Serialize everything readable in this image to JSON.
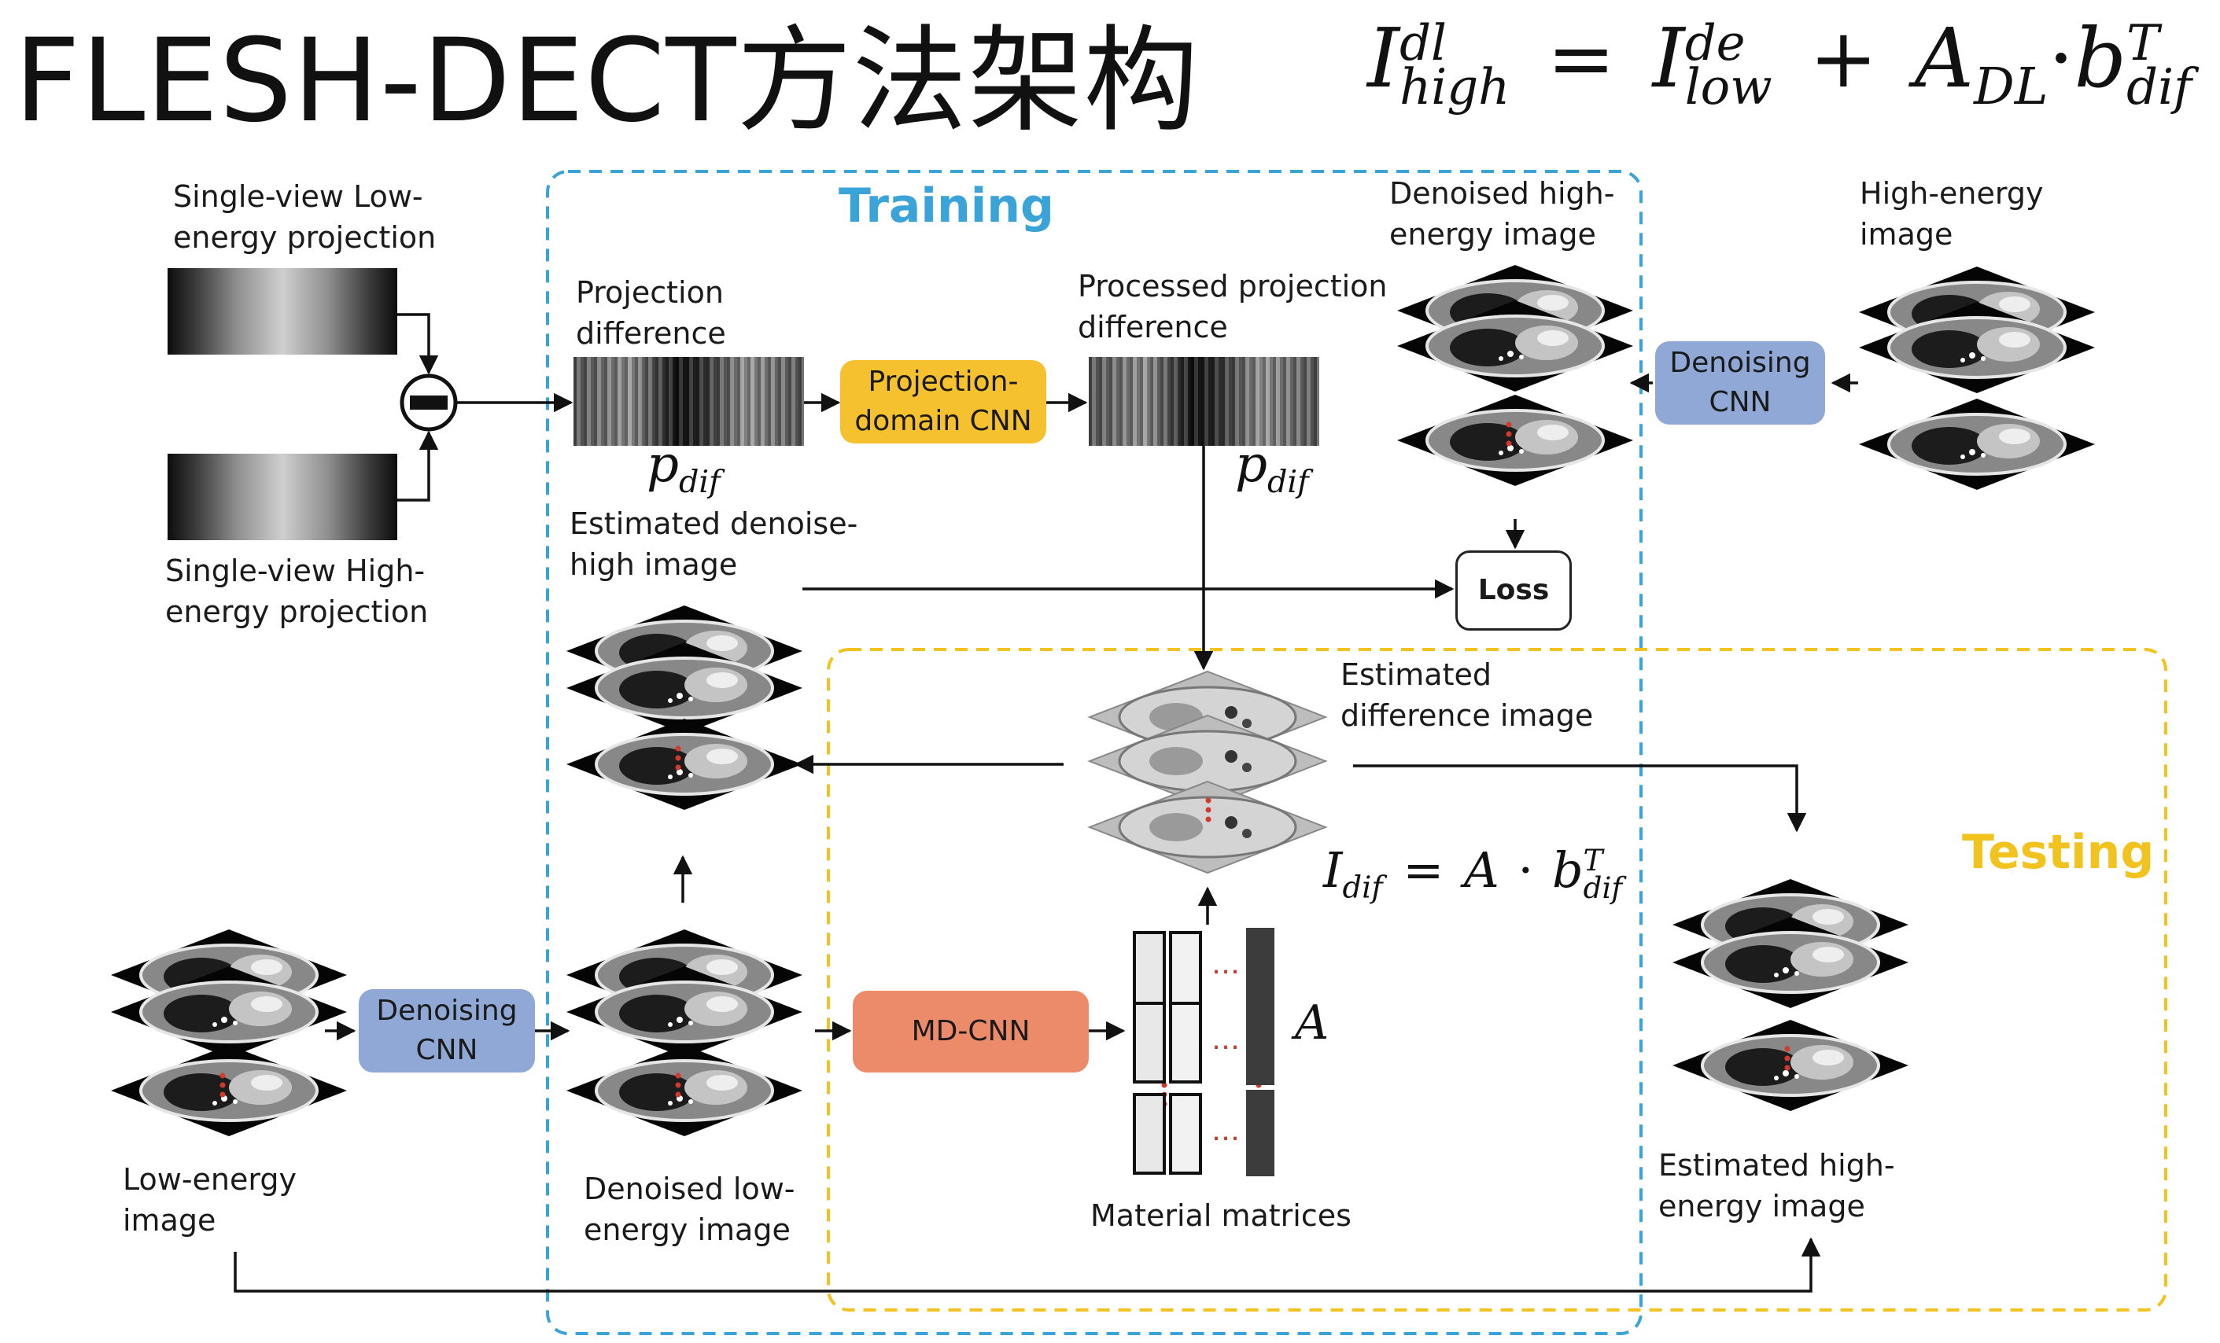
{
  "title": "FLESH-DECT方法架构",
  "sections": {
    "training": "Training",
    "testing": "Testing"
  },
  "boxes": {
    "projection_cnn": "Projection-\ndomain CNN",
    "denoising_cnn_top": "Denoising\nCNN",
    "denoising_cnn_bottom": "Denoising\nCNN",
    "md_cnn": "MD-CNN",
    "loss": "Loss"
  },
  "labels": {
    "lowe_proj": "Single-view Low-\nenergy projection",
    "highe_proj": "Single-view High-\nenergy projection",
    "proj_diff": "Projection\ndifference",
    "processed_proj_diff": "Processed projection\ndifference",
    "denoised_high": "Denoised high-\nenergy image",
    "high_energy": "High-energy\nimage",
    "est_denoise_high": "Estimated denoise-\nhigh image",
    "est_diff": "Estimated\ndifference image",
    "low_energy": "Low-energy\nimage",
    "denoised_low": "Denoised low-\nenergy image",
    "material_matrices": "Material matrices",
    "est_high": "Estimated high-\nenergy image"
  },
  "symbols": {
    "p": "p",
    "dif": "dif",
    "A": "A",
    "dots": "…"
  },
  "formula_top": {
    "I": "I",
    "dl": "dl",
    "high": "high",
    "eq": "=",
    "de": "de",
    "low": "low",
    "plus": "+",
    "A": "A",
    "DL": "DL",
    "dot": "·",
    "b": "b",
    "T": "T",
    "dif": "dif"
  },
  "formula_mid": {
    "I": "I",
    "dif": "dif",
    "eq": "=",
    "A": "A",
    "dot": "·",
    "b": "b",
    "T": "T"
  },
  "colors": {
    "training": "#3aa3d8",
    "testing": "#f2c21e",
    "blue_box": "#8fa8d6",
    "yellow_box": "#f6c12e",
    "orange_box": "#ec8b6a"
  }
}
